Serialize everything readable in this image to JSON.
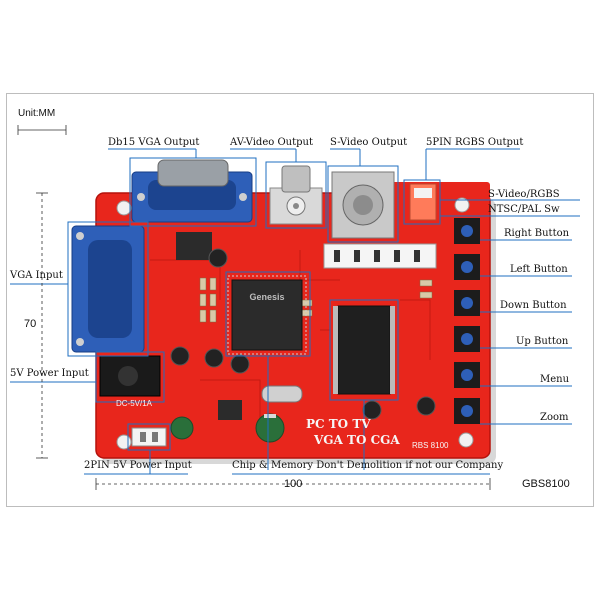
{
  "unit_label": "Unit:MM",
  "model": "GBS8100",
  "dimensions": {
    "width_label": "100",
    "height_label": "70"
  },
  "board_text": {
    "line1": "PC  TO  TV",
    "line2": "VGA  TO  CGA",
    "model_print": "RBS 8100",
    "power_print": "DC-5V/1A",
    "chip_brand": "Genesis"
  },
  "labels": {
    "db15": "Db15 VGA Output",
    "av": "AV-Video  Output",
    "svideo": "S-Video  Output",
    "rgbs5pin": "5PIN RGBS Output",
    "svideo_sw1": "S-Video/RGBS",
    "svideo_sw2": "NTSC/PAL Sw",
    "right_btn": "Right Button",
    "left_btn": "Left  Button",
    "down_btn": "Down  Button",
    "up_btn": "Up  Button",
    "menu": "Menu",
    "zoom": "Zoom",
    "vga_input": "VGA Input",
    "power_5v": "5V Power Input",
    "power_2pin": "2PIN 5V Power Input",
    "chip_warning": "Chip & Memory Don't Demolition if not our Company"
  },
  "colors": {
    "board": "#e8261c",
    "board_edge": "#b5120c",
    "callout": "#1f6fc0",
    "connector_blue": "#2e5fb8",
    "chip": "#2b2b2b"
  }
}
